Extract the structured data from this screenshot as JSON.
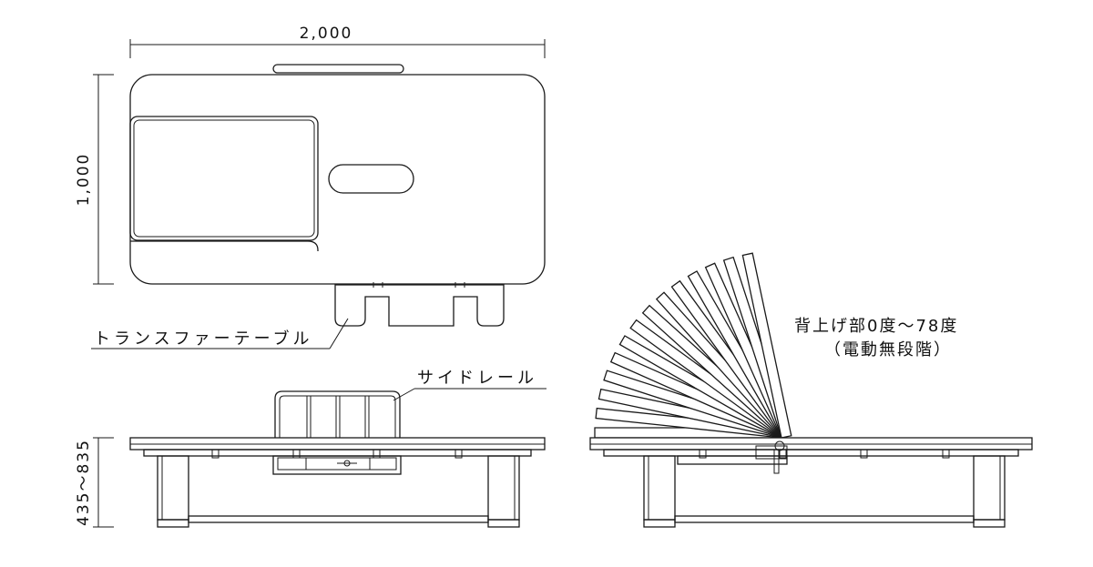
{
  "dimensions": {
    "length": "2,000",
    "width": "1,000",
    "height_range": "435～835"
  },
  "labels": {
    "transfer_table": "トランスファーテーブル",
    "side_rail": "サイドレール",
    "back_raise": "背上げ部0度～78度",
    "back_raise_note": "（電動無段階）"
  },
  "back_raise_angles": {
    "min": 0,
    "max": 78,
    "step": 6
  },
  "colors": {
    "line": "#1a1a1a",
    "background": "#ffffff"
  }
}
